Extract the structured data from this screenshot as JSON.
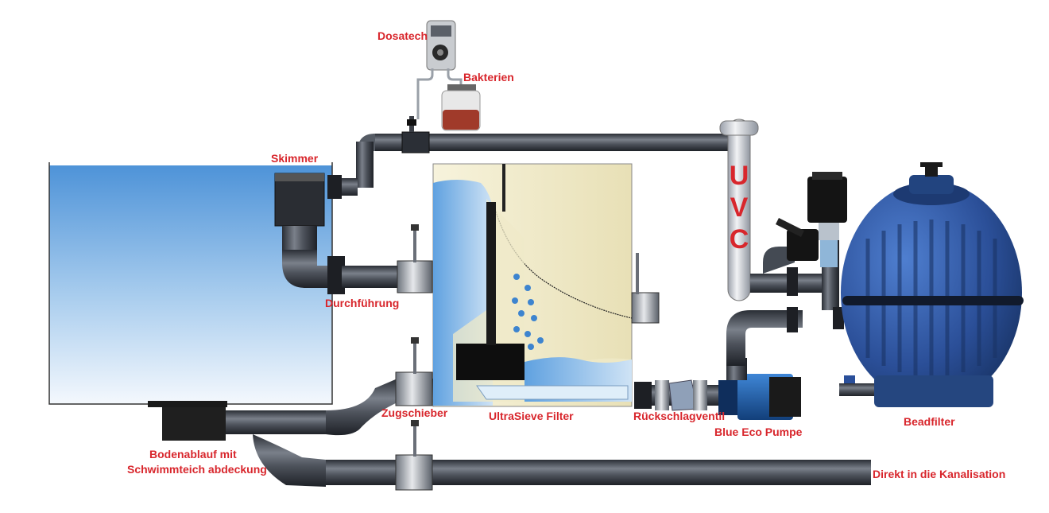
{
  "labels": {
    "dosatech": "Dosatech",
    "bakterien": "Bakterien",
    "skimmer": "Skimmer",
    "durchfuehrung": "Durchführung",
    "zugschieber": "Zugschieber",
    "bodenablauf_line1": "Bodenablauf mit",
    "bodenablauf_line2": "Schwimmteich abdeckung",
    "ultrasieve": "UltraSieve Filter",
    "rueckschlagventil": "Rückschlagventil",
    "pumpe": "Blue Eco Pumpe",
    "beadfilter": "Beadfilter",
    "kanalisation": "Direkt in die Kanalisation",
    "uvc_letters": [
      "U",
      "V",
      "C"
    ]
  },
  "colors": {
    "label": "#d8262c",
    "pipe": "#4a4f58",
    "pond_water": "#6aa8de",
    "filter_body": "#efe9c8",
    "bead_body": "#2c4f96",
    "pump": "#1f5fb0"
  }
}
